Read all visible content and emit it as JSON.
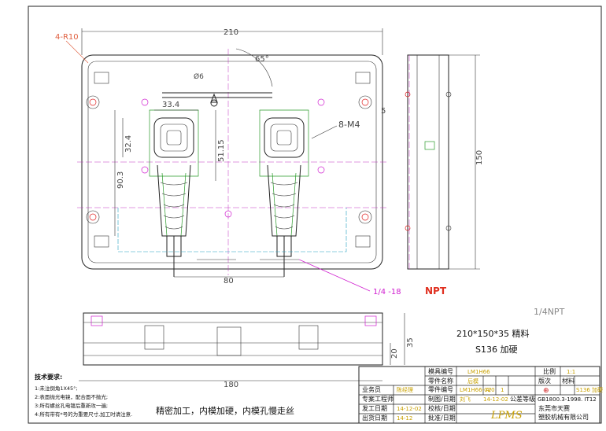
{
  "dimensions": {
    "width_210": "210",
    "height_150": "150",
    "radius": "4-R10",
    "angle": "65°",
    "hole": "Ø6",
    "w_33_4": "33.4",
    "h_32_4": "32.4",
    "h_90_3": "90.3",
    "h_51_15": "51.15",
    "pitch_80": "80",
    "thread_m4": "8-M4",
    "offset_5": "5",
    "npt_label": "1/4 -18",
    "npt_bold": "NPT",
    "npt_side": "1/4NPT",
    "side_180": "180",
    "side_35": "35",
    "side_20": "20"
  },
  "notes": {
    "spec": "210*150*35   精料",
    "material": "S136 加硬",
    "requirements_title": "技术要求:",
    "requirements": [
      "1:未注倒角1X45°;",
      "2:表面抛光电镜，配合面不抛光;",
      "3:所有螺丝孔电镀后重新攻一遍;",
      "4:所有带有*号的为重要尺寸,加工时请注意."
    ],
    "process": "精密加工，内模加硬，内模孔慢走丝"
  },
  "title_block": {
    "mold_no_label": "模具编号",
    "mold_no_value": "LM1H66",
    "scale_label": "比例",
    "scale_value": "1:1",
    "part_name_label": "零件名称",
    "part_name_value": "后模",
    "rev_label": "版次",
    "material_label": "材料",
    "material_value": "S136 加硬",
    "sales_label": "业务员",
    "sales_value": "陈经理",
    "part_no_label": "零件编号",
    "part_no_value": "LM1H66-02",
    "rev_value": "A/0",
    "qty_value": "1",
    "engineer_label": "专案工程师",
    "drawn_label": "制图/日期",
    "drawn_value": "刘飞",
    "drawn_date": "14-12-02",
    "tolerance_label": "公差等级",
    "tolerance_value": "GB1800.3-1998. IT12",
    "start_label": "发工日期",
    "start_value": "14-12-02",
    "check_label": "校核/日期",
    "ship_label": "出货日期",
    "ship_value": "14-12",
    "approve_label": "批准/日期",
    "company": "东莞市天赛",
    "company2": "塑胶机械有限公司",
    "logo": "LPMS"
  }
}
